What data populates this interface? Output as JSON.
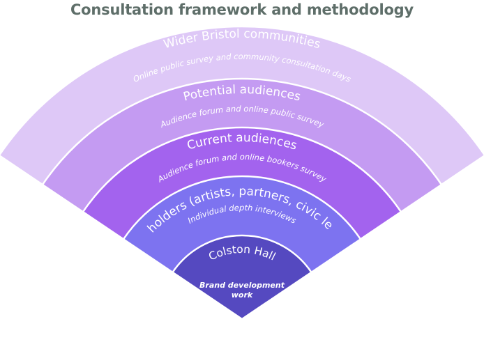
{
  "title": "Consultation framework and methodology",
  "layers": [
    {
      "label": "Wider Bristol communities",
      "method": "Online public survey and community consultation days",
      "color": "#dec8f7"
    },
    {
      "label": "Potential audiences",
      "method": "Audience forum and online public survey",
      "color": "#c49bf2"
    },
    {
      "label": "Current audiences",
      "method": "Audience forum and online bookers survey",
      "color": "#a363ee"
    },
    {
      "label": "Stakeholders (artists, partners, civic leaders)",
      "method": "Individual depth interviews",
      "color": "#7d73f0"
    },
    {
      "label": "Colston Hall",
      "method_lines": [
        "Brand development",
        "work"
      ],
      "color": "#5549c0"
    }
  ]
}
